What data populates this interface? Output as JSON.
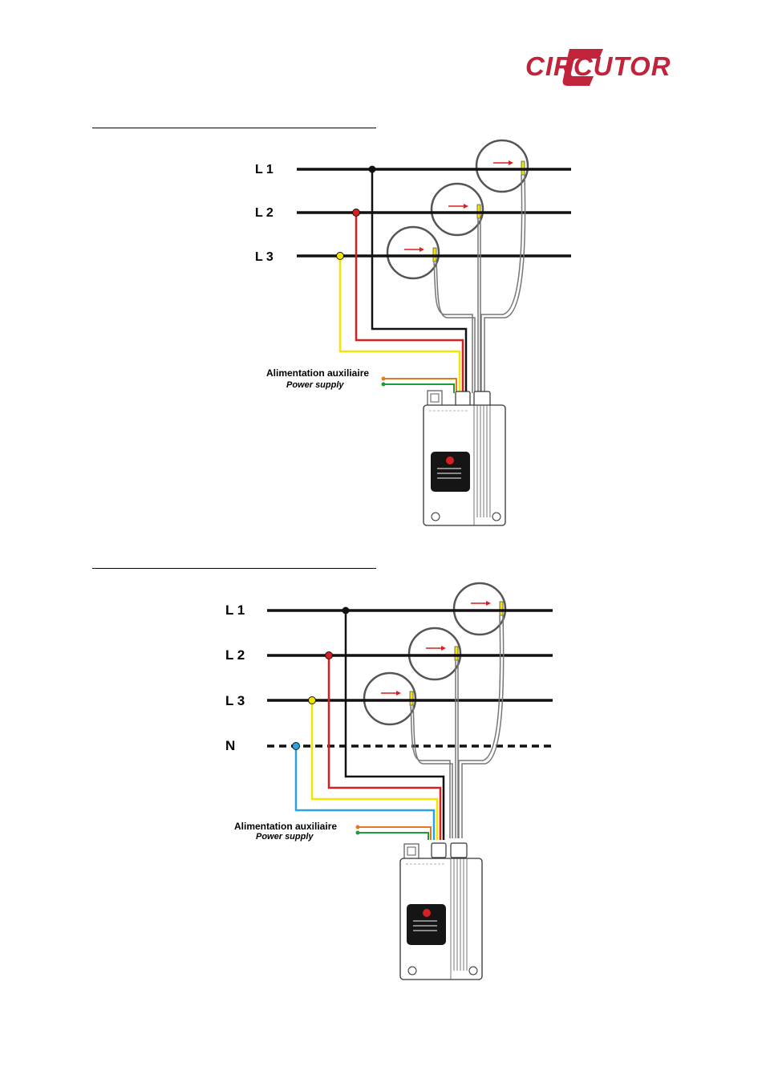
{
  "brand": {
    "name": "CIRCUTOR",
    "color": "#c0233a",
    "icon": "circutor-logo-icon"
  },
  "diagrams": [
    {
      "id": "three-wire",
      "lines": [
        "L 1",
        "L 2",
        "L 3"
      ],
      "supply_label": "Alimentation auxiliaire",
      "supply_sublabel": "Power supply"
    },
    {
      "id": "four-wire",
      "lines": [
        "L 1",
        "L 2",
        "L 3",
        "N"
      ],
      "supply_label": "Alimentation auxiliaire",
      "supply_sublabel": "Power supply"
    }
  ],
  "colors": {
    "L1": "#111111",
    "L2": "#d42121",
    "L3": "#f2e600",
    "N": "#2aa3e0",
    "supply_a": "#e07a1f",
    "supply_b": "#1f9a3c",
    "arrow": "#d42121"
  }
}
